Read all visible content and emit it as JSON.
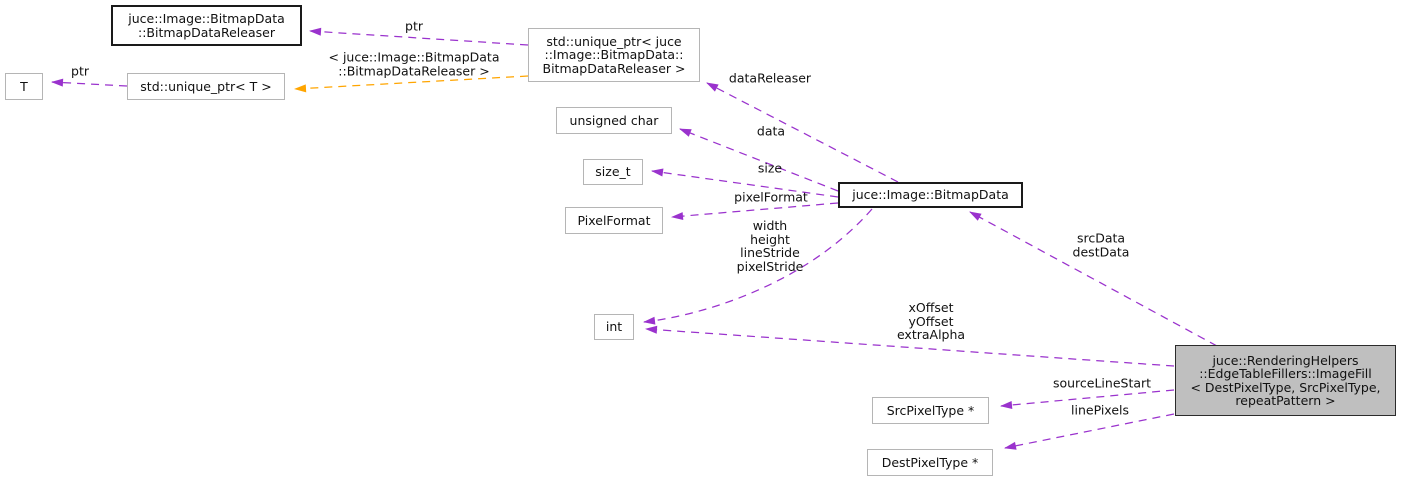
{
  "diagram": {
    "type": "doxygen-collaboration-graph",
    "colors": {
      "edge": "#9a32cd",
      "template_edge": "#ffa500",
      "main_node_fill": "#bfbfbf"
    },
    "nodes": {
      "bitmap_data_releaser": {
        "label": "juce::Image::BitmapData\n::BitmapDataReleaser"
      },
      "t": {
        "label": "T"
      },
      "unique_ptr_t": {
        "label": "std::unique_ptr< T >"
      },
      "unique_ptr_releaser": {
        "label": "std::unique_ptr< juce\n::Image::BitmapData::\nBitmapDataReleaser >"
      },
      "unsigned_char": {
        "label": "unsigned char"
      },
      "size_t": {
        "label": "size_t"
      },
      "pixel_format": {
        "label": "PixelFormat"
      },
      "bitmap_data": {
        "label": "juce::Image::BitmapData"
      },
      "int": {
        "label": "int"
      },
      "src_pixel_type": {
        "label": "SrcPixelType *"
      },
      "dest_pixel_type": {
        "label": "DestPixelType *"
      },
      "image_fill": {
        "label": "juce::RenderingHelpers\n::EdgeTableFillers::ImageFill\n< DestPixelType, SrcPixelType,\nrepeatPattern >"
      }
    },
    "edge_labels": {
      "ptr_top": "ptr",
      "template_args": "< juce::Image::BitmapData\n::BitmapDataReleaser >",
      "ptr_left": "ptr",
      "data_releaser": "dataReleaser",
      "data": "data",
      "size": "size",
      "pixel_format": "pixelFormat",
      "dims": "width\nheight\nlineStride\npixelStride",
      "src_dest_data": "srcData\ndestData",
      "offsets": "xOffset\nyOffset\nextraAlpha",
      "source_line_start": "sourceLineStart",
      "line_pixels": "linePixels"
    }
  }
}
